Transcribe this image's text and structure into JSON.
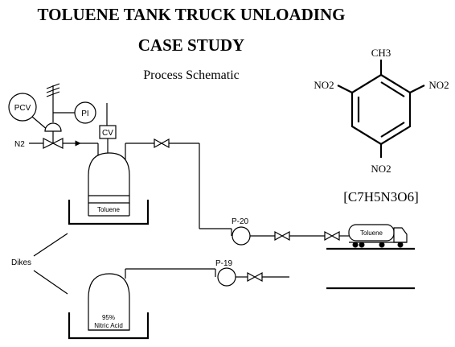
{
  "title_line1": "TOLUENE TANK TRUCK UNLOADING",
  "title_line2": "CASE STUDY",
  "subtitle": "Process Schematic",
  "molecule": {
    "ch3": "CH3",
    "no2_left": "NO2",
    "no2_right": "NO2",
    "no2_bottom": "NO2",
    "formula": "[C7H5N3O6]"
  },
  "labels": {
    "pcv": "PCV",
    "pi": "PI",
    "n2": "N2",
    "cv": "CV",
    "toluene_tank": "Toluene",
    "p20": "P-20",
    "truck": "Toluene",
    "dikes": "Dikes",
    "p19": "P-19",
    "nitric_line1": "95%",
    "nitric_line2": "Nitric Acid"
  }
}
